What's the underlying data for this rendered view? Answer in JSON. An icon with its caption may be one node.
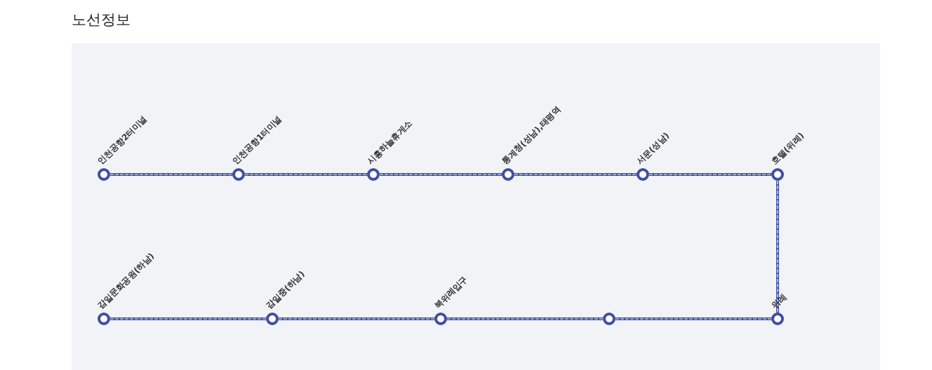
{
  "diagram": {
    "title": "노선정보",
    "nodes": [
      {
        "text": [
          "인천공항2터미널"
        ]
      },
      {
        "text": [
          "인천공항1터미널"
        ]
      },
      {
        "text": [
          "시흥하늘휴게소"
        ]
      },
      {
        "text": [
          "통계청(성남),태평역"
        ]
      },
      {
        "text": [
          "서문(성남)"
        ]
      },
      {
        "text": [
          "호텔(위례)"
        ]
      },
      {
        "text": [
          "감일문화공원(하남)"
        ]
      },
      {
        "text": [
          "감일중(하남)"
        ]
      },
      {
        "text": [
          "북위례입구"
        ]
      },
      {
        "text": [],
        "shape": "circle"
      },
      {
        "text": [
          "위례"
        ]
      }
    ],
    "edges": [
      {
        "from": 0,
        "to": 1,
        "arrow": "none"
      },
      {
        "from": 1,
        "to": 2,
        "arrow": "none"
      },
      {
        "from": 2,
        "to": 3,
        "arrow": "none"
      },
      {
        "from": 3,
        "to": 4,
        "arrow": "none"
      },
      {
        "from": 4,
        "to": 5,
        "arrow": "none"
      },
      {
        "from": 5,
        "to": 10,
        "arrow": "none"
      },
      {
        "from": 10,
        "to": 9,
        "arrow": "none"
      },
      {
        "from": 9,
        "to": 8,
        "arrow": "none"
      },
      {
        "from": 8,
        "to": 7,
        "arrow": "none"
      },
      {
        "from": 7,
        "to": 6,
        "arrow": "none"
      }
    ]
  }
}
